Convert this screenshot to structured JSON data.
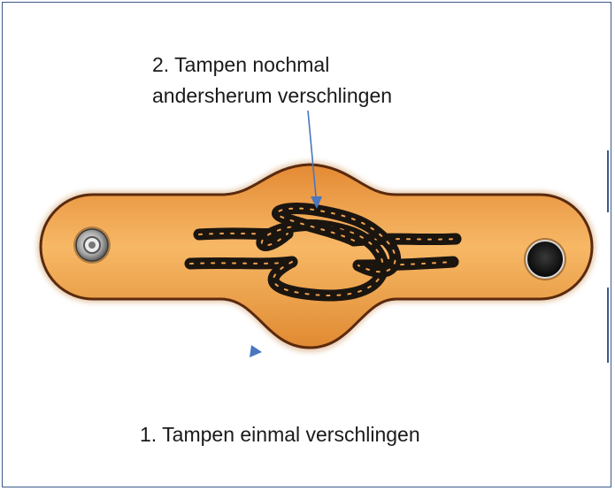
{
  "labels": {
    "step2_line1": "2. Tampen nochmal",
    "step2_line2": "andersherum verschlingen",
    "step1": "1. Tampen einmal verschlingen"
  },
  "colors": {
    "leather": "#f0a24a",
    "leather_edge": "#5a2a0e",
    "rope": "#1b1510",
    "arrow": "#4a76c0",
    "frame": "#3c5a8a"
  },
  "icons": {
    "left_snap": "snap-button-icon",
    "right_snap": "snap-button-icon",
    "knot": "reef-knot-icon"
  }
}
